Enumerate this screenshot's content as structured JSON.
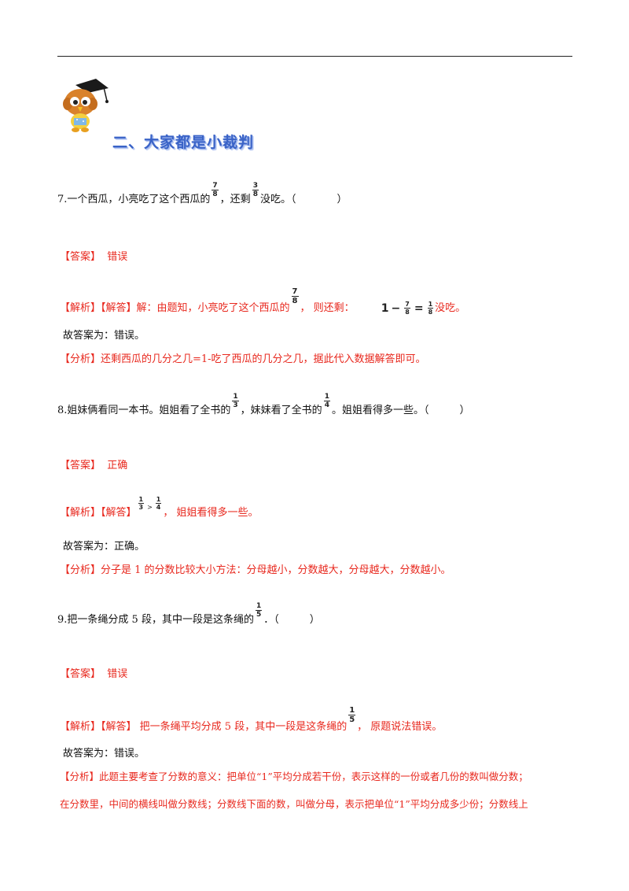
{
  "section": {
    "title": "二、大家都是小裁判"
  },
  "q7": {
    "p1": "7.一个西瓜，小亮吃了这个西瓜的",
    "f1_num": "7",
    "f1_den": "8",
    "p2": "，还剩",
    "f2_num": "3",
    "f2_den": "8",
    "p3": "没吃。（　　　　）",
    "answer_tag": "【答案】",
    "answer": "错误",
    "analysis_tag": "【解析】【解答】",
    "analysis_p1": "解：由题知，小亮吃了这个西瓜的",
    "analysis_f_num": "7",
    "analysis_f_den": "8",
    "analysis_p2": "，  则还剩：",
    "expr_one": "1",
    "expr_minus": "−",
    "expr_f1_num": "7",
    "expr_f1_den": "8",
    "expr_eq": "=",
    "expr_f2_num": "1",
    "expr_f2_den": "8",
    "analysis_p3": "没吃。",
    "conclusion": "故答案为：错误。",
    "fenxi": "【分析】还剩西瓜的几分之几=1-吃了西瓜的几分之几，据此代入数据解答即可。"
  },
  "q8": {
    "p1": "8.姐妹俩看同一本书。姐姐看了全书的",
    "f1_num": "1",
    "f1_den": "3",
    "p2": "，妹妹看了全书的",
    "f2_num": "1",
    "f2_den": "4",
    "p3": "。姐姐看得多一些。（　　　）",
    "answer_tag": "【答案】",
    "answer": "正确",
    "analysis_tag": "【解析】【解答】",
    "cmp_f1_num": "1",
    "cmp_f1_den": "3",
    "cmp_op": ">",
    "cmp_f2_num": "1",
    "cmp_f2_den": "4",
    "analysis_p1": "，   姐姐看得多一些。",
    "conclusion": "故答案为：正确。",
    "fenxi": "【分析】分子是 1 的分数比较大小方法：分母越小，分数越大，分母越大，分数越小。"
  },
  "q9": {
    "p1": "9.把一条绳分成 5 段，其中一段是这条绳的",
    "f1_num": "1",
    "f1_den": "5",
    "p2": "．（　　　）",
    "answer_tag": "【答案】",
    "answer": "错误",
    "analysis_tag": "【解析】【解答】",
    "analysis_p1": "把一条绳平均分成 5 段，其中一段是这条绳的",
    "analysis_f_num": "1",
    "analysis_f_den": "5",
    "analysis_p2": "，  原题说法错误。",
    "conclusion": "故答案为：错误。",
    "fenxi_line1": "【分析】此题主要考查了分数的意义：把单位“1”平均分成若干份，表示这样的一份或者几份的数叫做分数；",
    "fenxi_line2": "在分数里，中间的横线叫做分数线；分数线下面的数，叫做分母，表示把单位“1”平均分成多少份；分数线上"
  }
}
